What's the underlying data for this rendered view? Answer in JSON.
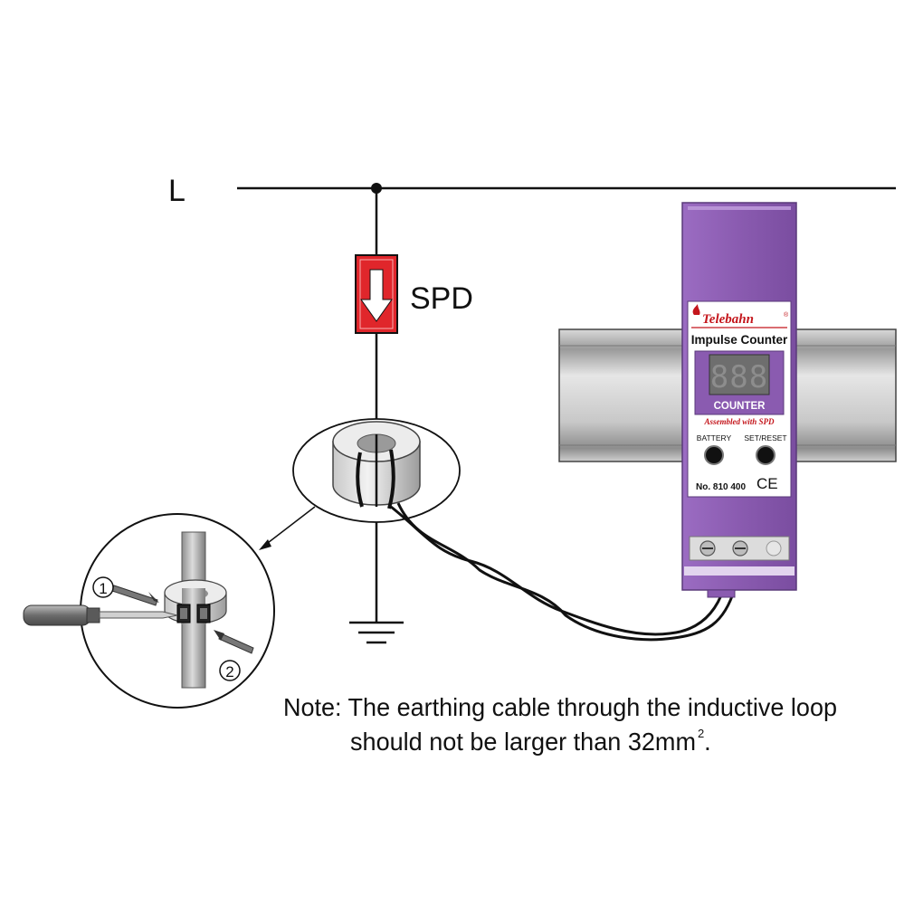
{
  "labels": {
    "line": "L",
    "spd": "SPD",
    "step1": "1",
    "step2": "2"
  },
  "device": {
    "brand": "Telebahn",
    "registered": "®",
    "title": "Impulse Counter",
    "display_digits": "888",
    "counter_label": "COUNTER",
    "assembled": "Assembled with SPD",
    "battery_label": "BATTERY",
    "reset_label": "SET/RESET",
    "part_number": "No. 810 400",
    "ce_mark": "CE"
  },
  "note": {
    "line1": "Note: The earthing cable through the inductive loop",
    "line2": "should not be larger than 32mm",
    "superscript": "2",
    "end": "."
  },
  "colors": {
    "device_purple": "#8a5bb0",
    "spd_red": "#e0262b",
    "brand_red": "#c4161c",
    "rail_gray": "#b9b9b9"
  }
}
